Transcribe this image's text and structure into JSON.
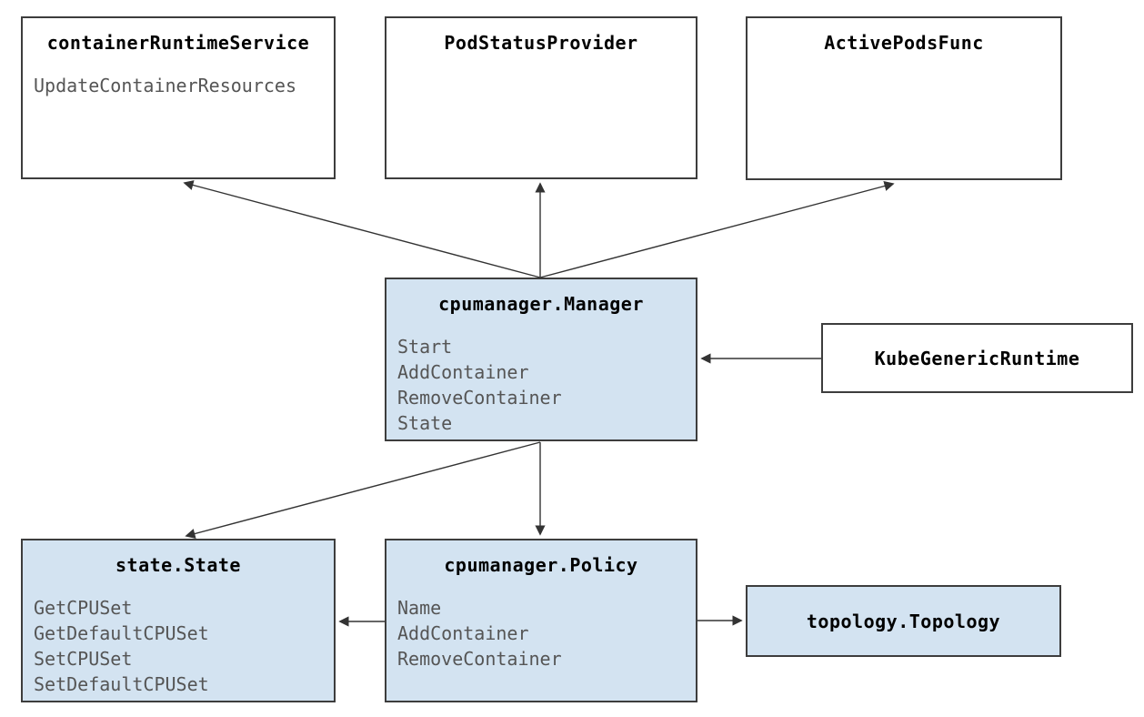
{
  "diagram": {
    "nodes": {
      "container_runtime_service": {
        "title": "containerRuntimeService",
        "methods": [
          "UpdateContainerResources"
        ]
      },
      "pod_status_provider": {
        "title": "PodStatusProvider",
        "methods": []
      },
      "active_pods_func": {
        "title": "ActivePodsFunc",
        "methods": []
      },
      "cpumanager_manager": {
        "title": "cpumanager.Manager",
        "methods": [
          "Start",
          "AddContainer",
          "RemoveContainer",
          "State"
        ]
      },
      "kube_generic_runtime": {
        "title": "KubeGenericRuntime",
        "methods": []
      },
      "state_state": {
        "title": "state.State",
        "methods": [
          "GetCPUSet",
          "GetDefaultCPUSet",
          "SetCPUSet",
          "SetDefaultCPUSet"
        ]
      },
      "cpumanager_policy": {
        "title": "cpumanager.Policy",
        "methods": [
          "Name",
          "AddContainer",
          "RemoveContainer"
        ]
      },
      "topology_topology": {
        "title": "topology.Topology",
        "methods": []
      }
    },
    "edges": [
      {
        "from": "cpumanager_manager",
        "to": "container_runtime_service"
      },
      {
        "from": "cpumanager_manager",
        "to": "pod_status_provider"
      },
      {
        "from": "cpumanager_manager",
        "to": "active_pods_func"
      },
      {
        "from": "kube_generic_runtime",
        "to": "cpumanager_manager"
      },
      {
        "from": "cpumanager_manager",
        "to": "state_state"
      },
      {
        "from": "cpumanager_manager",
        "to": "cpumanager_policy"
      },
      {
        "from": "cpumanager_policy",
        "to": "state_state"
      },
      {
        "from": "cpumanager_policy",
        "to": "topology_topology"
      }
    ],
    "colors": {
      "node_fill_highlight": "#d3e3f1",
      "node_fill_plain": "#ffffff",
      "border": "#3d3d3d",
      "arrow": "#333333",
      "method_text": "#555555",
      "title_text": "#000000"
    }
  }
}
